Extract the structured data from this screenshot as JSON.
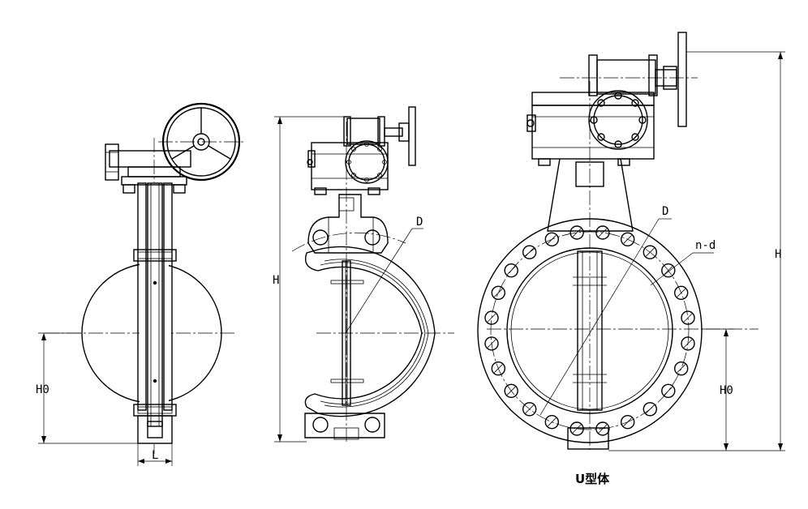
{
  "labels": {
    "left_h0": "H0",
    "left_l": "L",
    "mid_h": "H",
    "mid_d": "D",
    "right_d": "D",
    "right_nd": "n-d",
    "right_h": "H",
    "right_h0": "H0",
    "right_caption": "U型体"
  }
}
